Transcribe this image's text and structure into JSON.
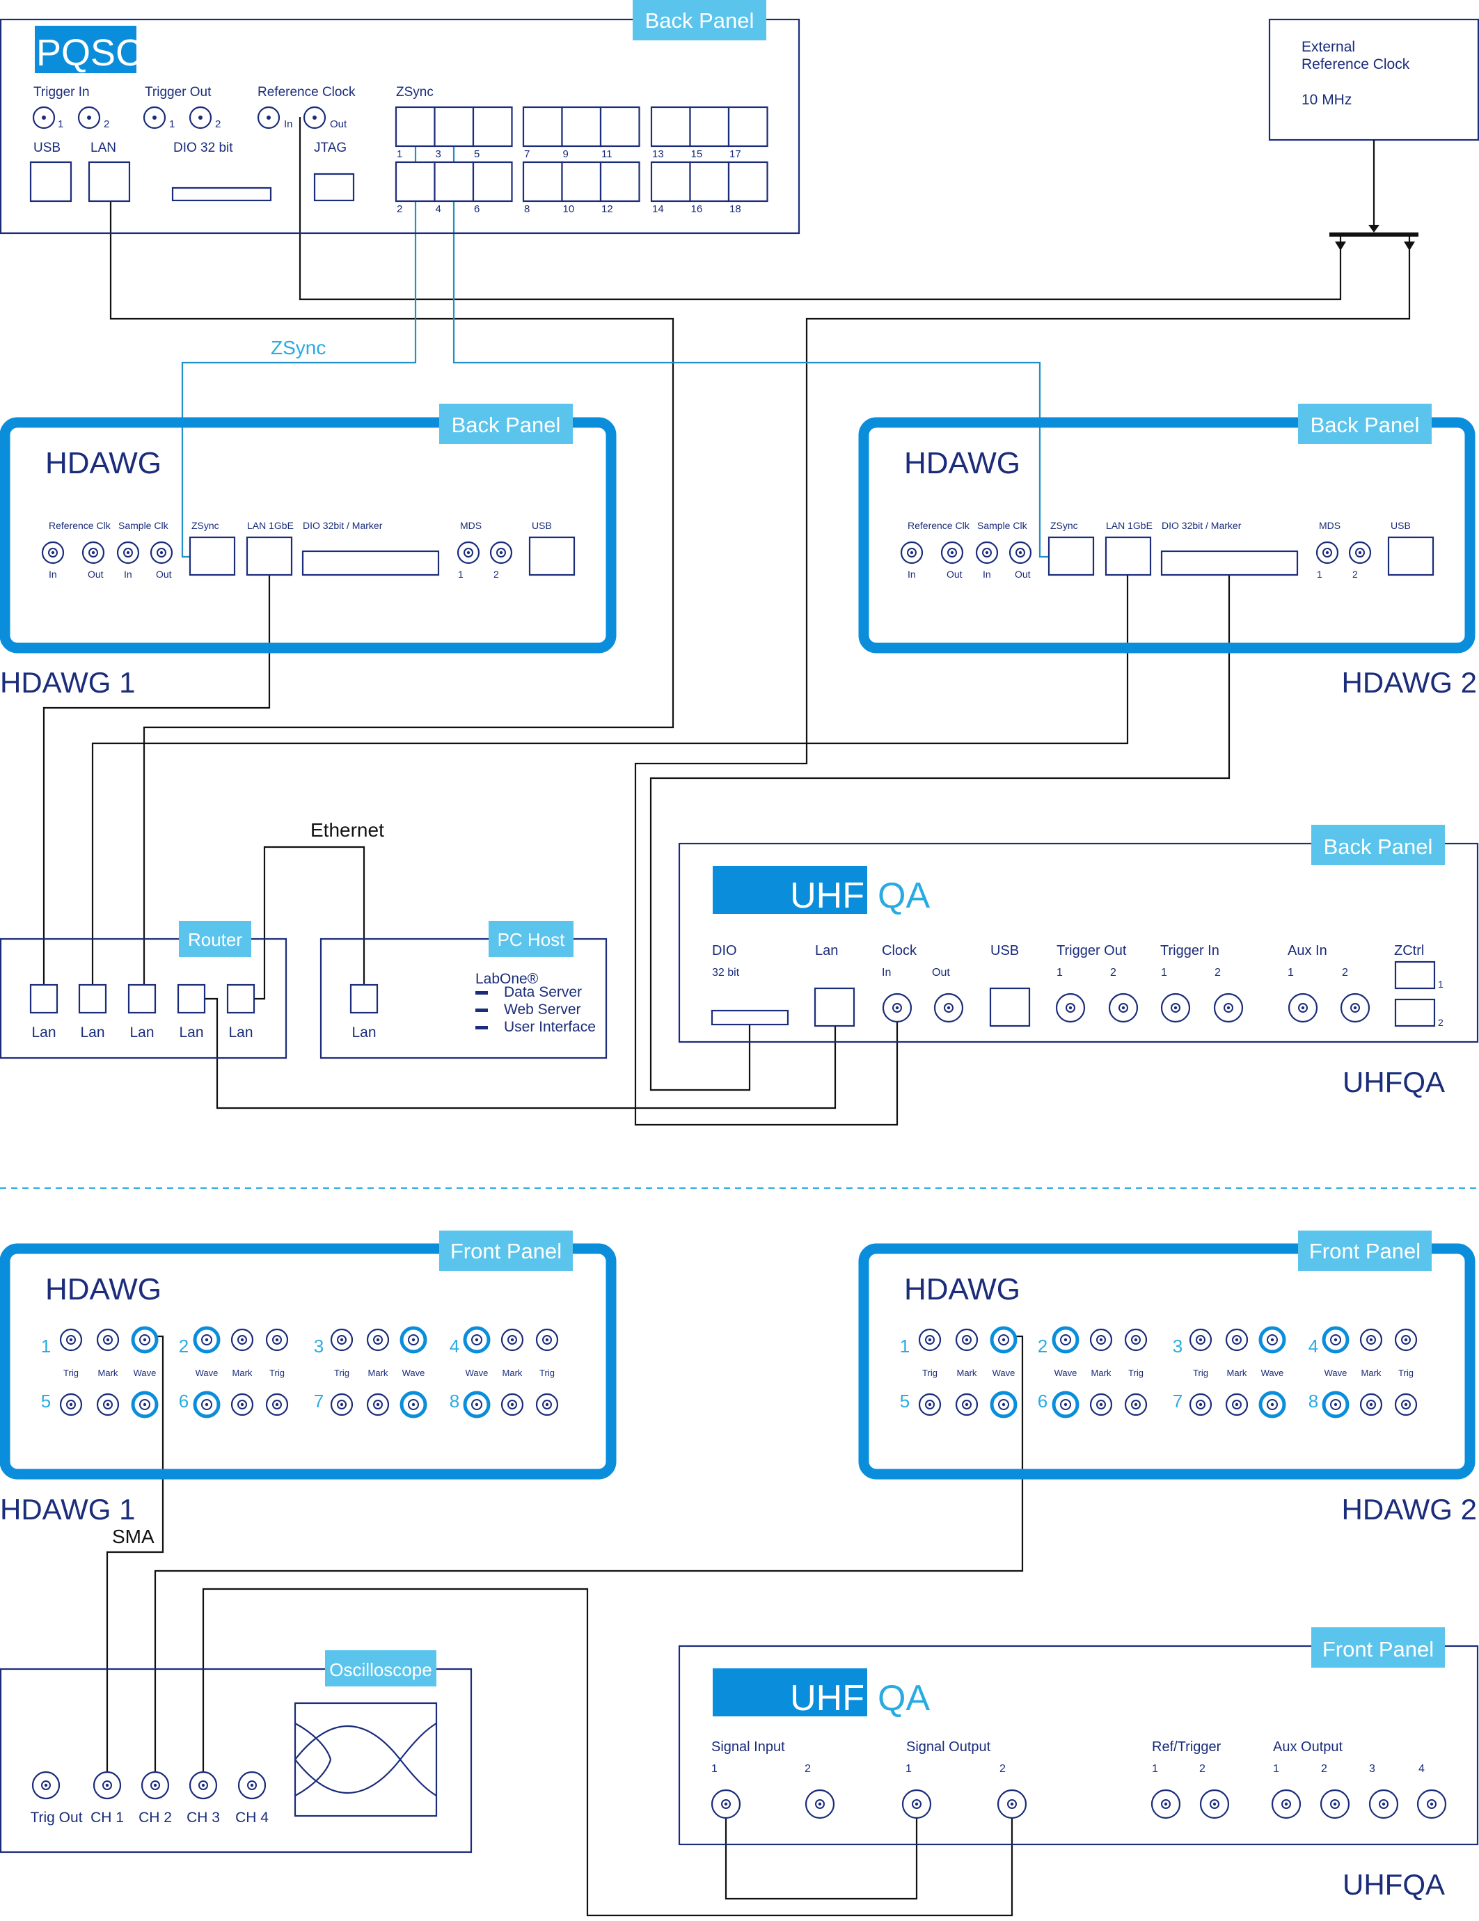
{
  "colors": {
    "navy": "#1a2c7a",
    "accent": "#0a8edb",
    "tab": "#5bc4ec",
    "cable": "#111111",
    "zsync": "#1f8fc6"
  },
  "pqsc": {
    "title": "PQSC",
    "tab": "Back Panel",
    "trigger_in": "Trigger In",
    "trigger_out": "Trigger Out",
    "ref_clock": "Reference Clock",
    "zsync": "ZSync",
    "usb": "USB",
    "lan": "LAN",
    "dio": "DIO 32 bit",
    "jtag": "JTAG",
    "in": "In",
    "out": "Out",
    "n1": "1",
    "n2": "2",
    "zsync_top": [
      "1",
      "3",
      "5",
      "7",
      "9",
      "11",
      "13",
      "15",
      "17"
    ],
    "zsync_bottom": [
      "2",
      "4",
      "6",
      "8",
      "10",
      "12",
      "14",
      "16",
      "18"
    ]
  },
  "ext_clock": {
    "line1": "External",
    "line2": "Reference Clock",
    "freq": "10 MHz"
  },
  "labels": {
    "zsync_cable": "ZSync",
    "ethernet": "Ethernet",
    "sma": "SMA"
  },
  "hdawg1_back": {
    "title": "HDAWG",
    "tab": "Back Panel",
    "caption": "HDAWG 1",
    "ref_clk": "Reference Clk",
    "sample_clk": "Sample Clk",
    "zsync": "ZSync",
    "lan": "LAN 1GbE",
    "dio": "DIO 32bit / Marker",
    "mds": "MDS",
    "usb": "USB",
    "in": "In",
    "out": "Out",
    "n1": "1",
    "n2": "2"
  },
  "hdawg2_back": {
    "title": "HDAWG",
    "tab": "Back Panel",
    "caption": "HDAWG 2",
    "ref_clk": "Reference Clk",
    "sample_clk": "Sample Clk",
    "zsync": "ZSync",
    "lan": "LAN 1GbE",
    "dio": "DIO 32bit / Marker",
    "mds": "MDS",
    "usb": "USB",
    "in": "In",
    "out": "Out",
    "n1": "1",
    "n2": "2"
  },
  "router": {
    "tab": "Router",
    "ports": [
      "Lan",
      "Lan",
      "Lan",
      "Lan",
      "Lan"
    ]
  },
  "pc": {
    "tab": "PC Host",
    "port": "Lan",
    "labone": "LabOne®",
    "items": [
      "Data Server",
      "Web Server",
      "User Interface"
    ]
  },
  "uhfqa_back": {
    "tab": "Back Panel",
    "logo_a": "UHF",
    "logo_b": "QA",
    "caption": "UHFQA",
    "dio": "DIO",
    "dio_sub": "32 bit",
    "lan": "Lan",
    "clock": "Clock",
    "in": "In",
    "out": "Out",
    "usb": "USB",
    "trig_out": "Trigger Out",
    "trig_in": "Trigger In",
    "aux_in": "Aux In",
    "zctrl": "ZCtrl",
    "n1": "1",
    "n2": "2"
  },
  "hdawg_front": {
    "title": "HDAWG",
    "tab": "Front Panel",
    "caption1": "HDAWG 1",
    "caption2": "HDAWG 2",
    "ch_top": [
      "1",
      "2",
      "3",
      "4"
    ],
    "ch_bottom": [
      "5",
      "6",
      "7",
      "8"
    ],
    "sub_labels": [
      "Trig",
      "Mark",
      "Wave",
      "Wave",
      "Mark",
      "Trig",
      "Trig",
      "Mark",
      "Wave",
      "Wave",
      "Mark",
      "Trig"
    ]
  },
  "osc": {
    "tab": "Oscilloscope",
    "ports": [
      "Trig Out",
      "CH 1",
      "CH 2",
      "CH 3",
      "CH 4"
    ]
  },
  "uhfqa_front": {
    "tab": "Front Panel",
    "logo_a": "UHF",
    "logo_b": "QA",
    "caption": "UHFQA",
    "sig_in": "Signal Input",
    "sig_out": "Signal Output",
    "ref_trig": "Ref/Trigger",
    "aux_out": "Aux Output",
    "n": [
      "1",
      "2",
      "3",
      "4"
    ]
  }
}
